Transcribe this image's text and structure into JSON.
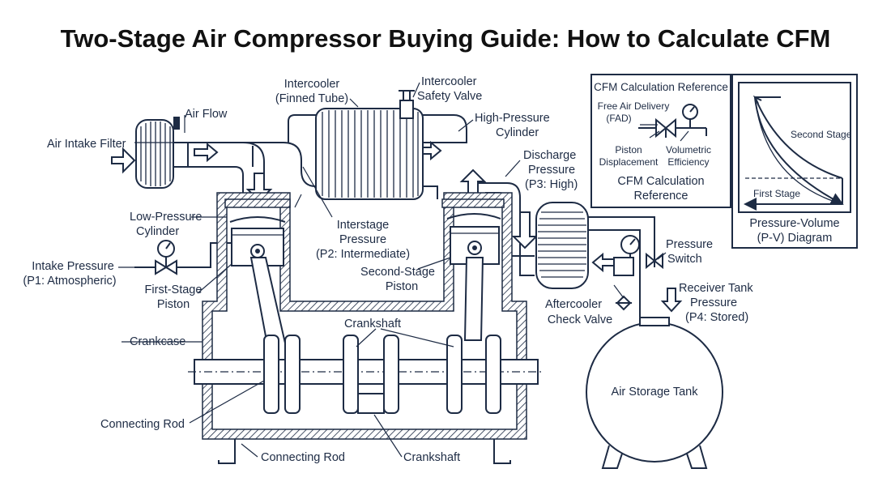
{
  "title": "Two-Stage Air Compressor Buying Guide: How to Calculate CFM",
  "colors": {
    "ink": "#1d2b44",
    "background": "#ffffff",
    "title": "#111111"
  },
  "labels": {
    "air_intake_filter": "Air Intake Filter",
    "air_flow": "Air Flow",
    "intercooler_1": "Intercooler",
    "intercooler_2": "(Finned Tube)",
    "intercooler_safety_valve_1": "Intercooler",
    "intercooler_safety_valve_2": "Safety Valve",
    "high_pressure_cylinder_1": "High-Pressure",
    "high_pressure_cylinder_2": "Cylinder",
    "discharge_pressure_1": "Discharge",
    "discharge_pressure_2": "Pressure",
    "discharge_pressure_3": "(P3: High)",
    "low_pressure_cylinder_1": "Low-Pressure",
    "low_pressure_cylinder_2": "Cylinder",
    "interstage_pressure_1": "Interstage",
    "interstage_pressure_2": "Pressure",
    "interstage_pressure_3": "(P2: Intermediate)",
    "intake_pressure_1": "Intake Pressure",
    "intake_pressure_2": "(P1: Atmospheric)",
    "first_stage_piston_1": "First-Stage",
    "first_stage_piston_2": "Piston",
    "second_stage_piston_1": "Second-Stage",
    "second_stage_piston_2": "Piston",
    "aftercooler": "Aftercooler",
    "check_valve": "Check Valve",
    "pressure_switch_1": "Pressure",
    "pressure_switch_2": "Switch",
    "receiver_tank_pressure_1": "Receiver Tank",
    "receiver_tank_pressure_2": "Pressure",
    "receiver_tank_pressure_3": "(P4: Stored)",
    "crankcase": "Crankcase",
    "crankshaft_top": "Crankshaft",
    "connecting_rod_left": "Connecting Rod",
    "connecting_rod_bottom": "Connecting Rod",
    "crankshaft_bottom": "Crankshaft",
    "air_storage_tank": "Air Storage Tank"
  },
  "cfm_reference": {
    "heading": "CFM Calculation Reference",
    "free_air_delivery_1": "Free Air Delivery",
    "free_air_delivery_2": "(FAD)",
    "piston_displacement_1": "Piston",
    "piston_displacement_2": "Displacement",
    "volumetric_efficiency_1": "Volumetric",
    "volumetric_efficiency_2": "Efficiency",
    "caption_1": "CFM Calculation",
    "caption_2": "Reference"
  },
  "pv_diagram": {
    "second_stage": "Second Stage",
    "first_stage": "First Stage",
    "caption_1": "Pressure-Volume",
    "caption_2": "(P-V) Diagram"
  }
}
